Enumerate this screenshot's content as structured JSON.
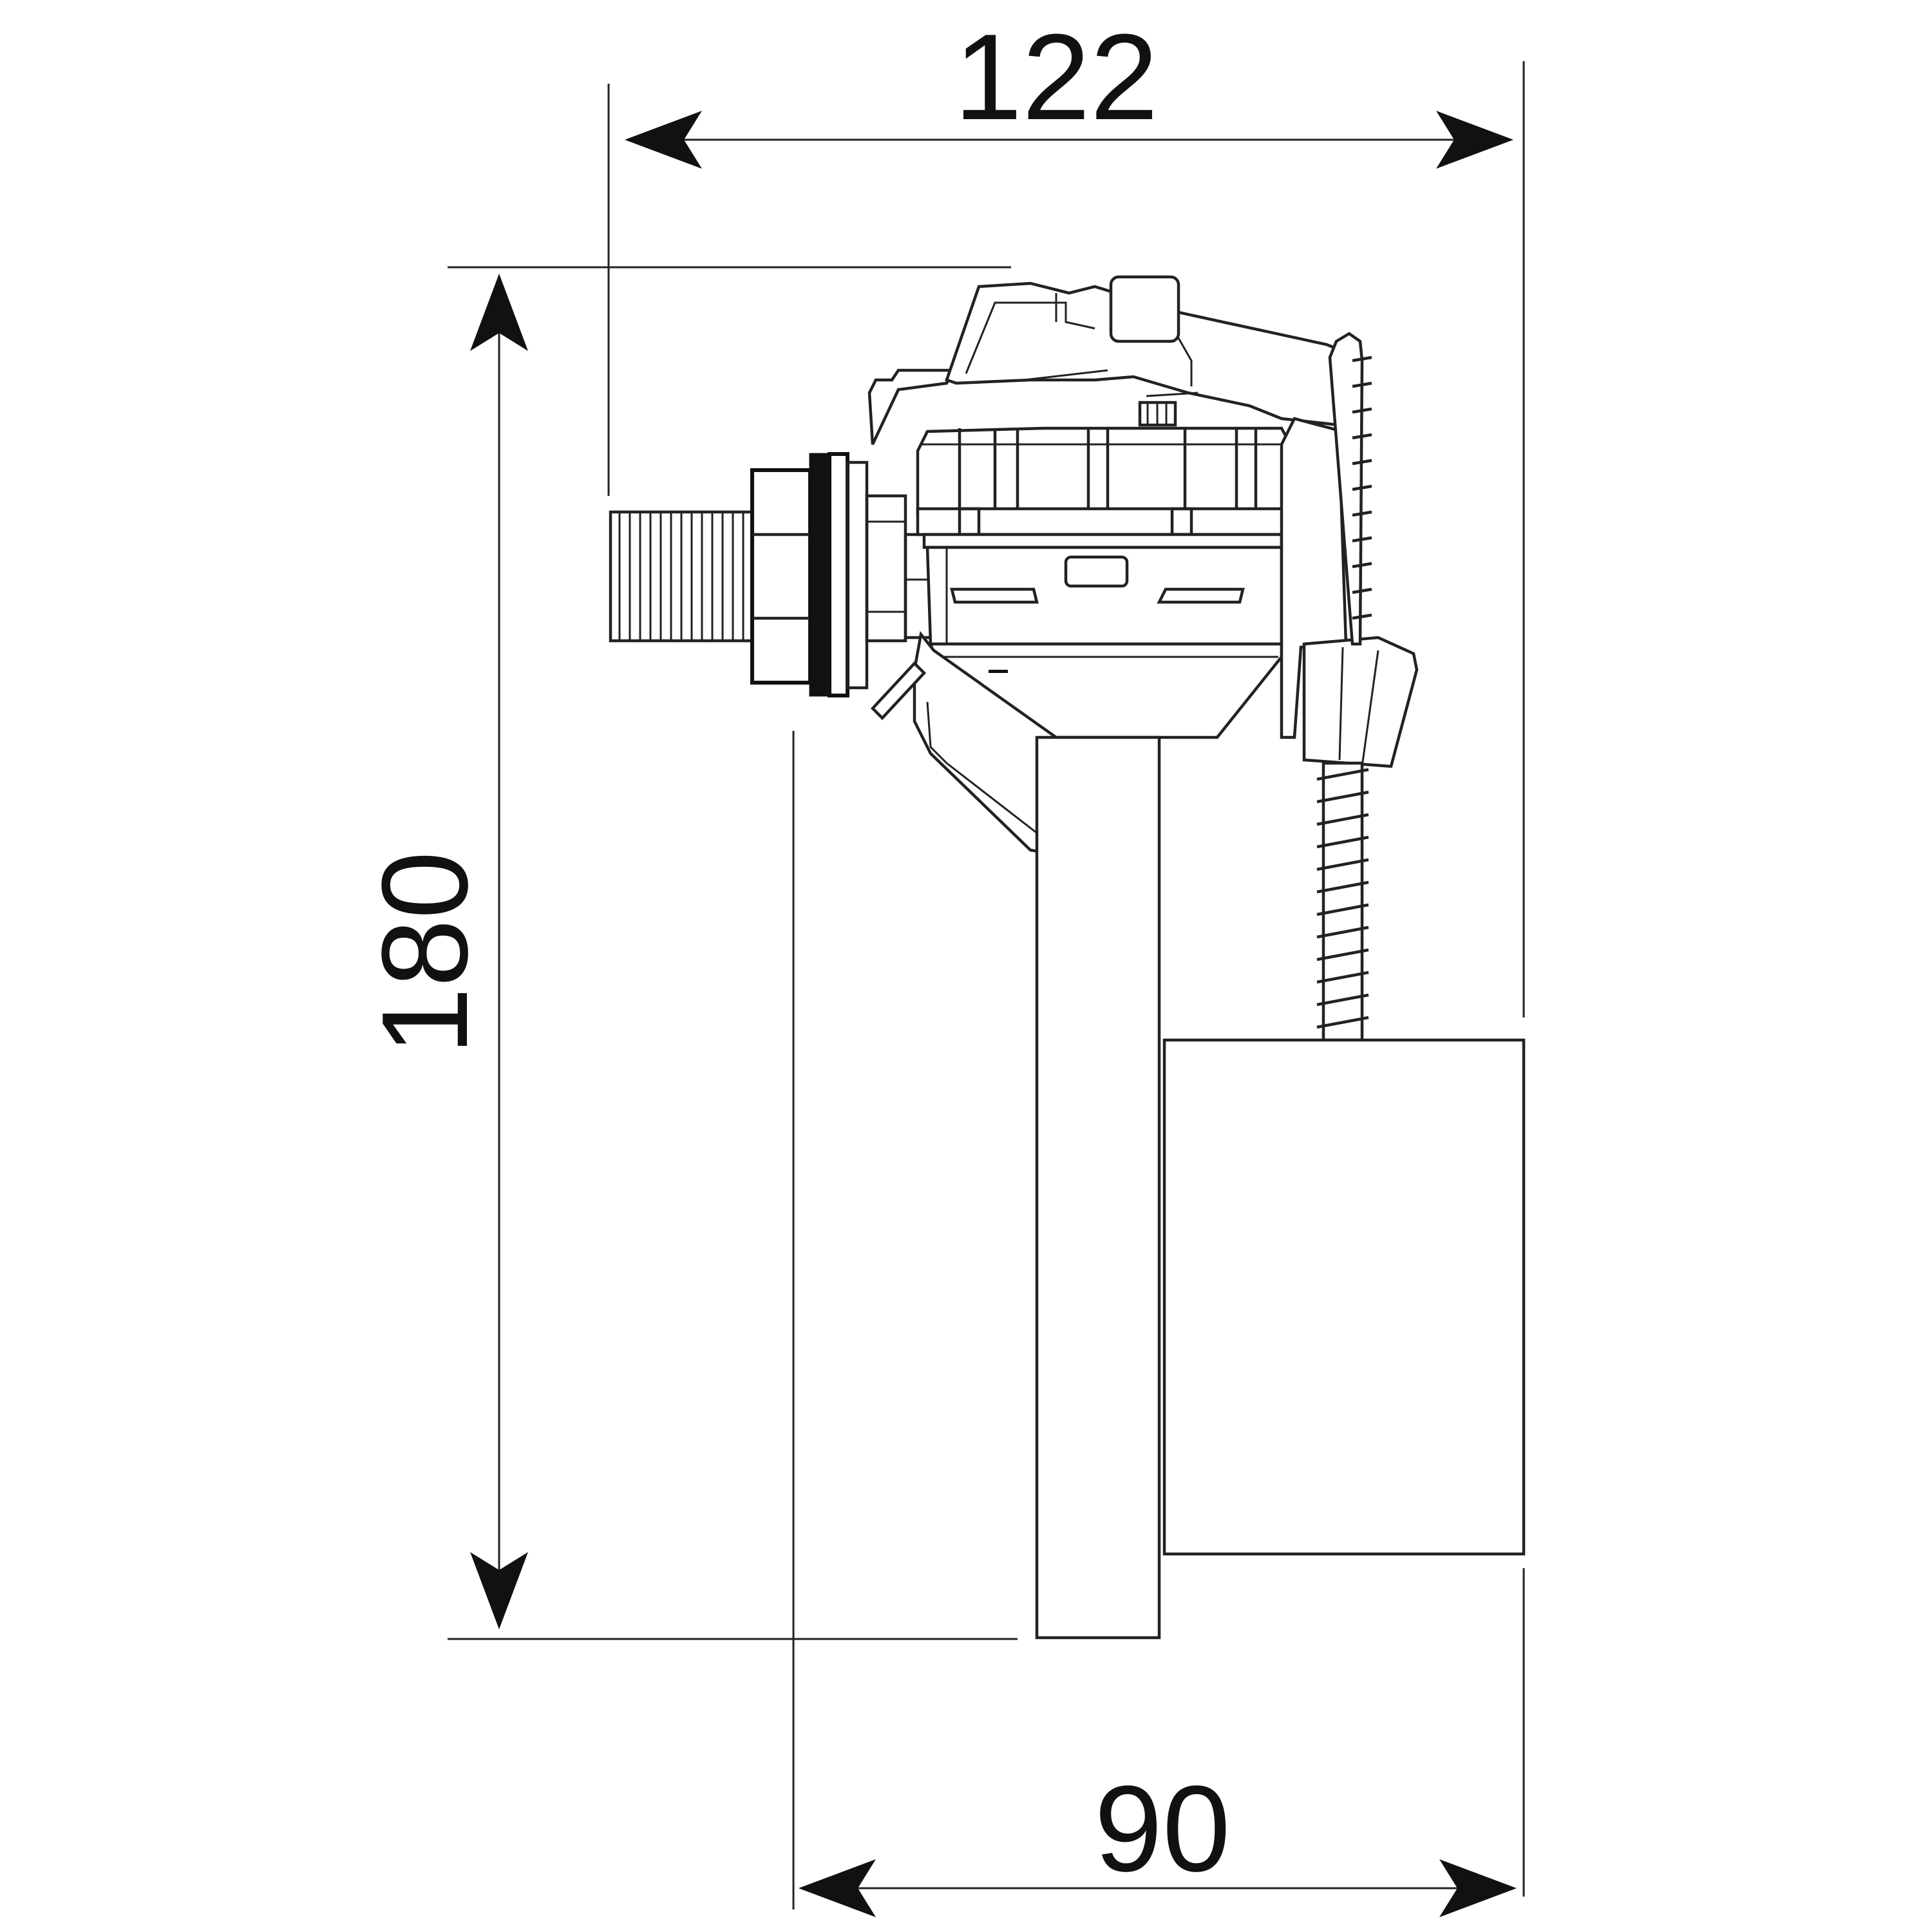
{
  "dimensions": {
    "top_width": "122",
    "height": "180",
    "bottom_width": "90"
  },
  "colors": {
    "line": "#222222",
    "text": "#111111",
    "background": "#ffffff"
  }
}
